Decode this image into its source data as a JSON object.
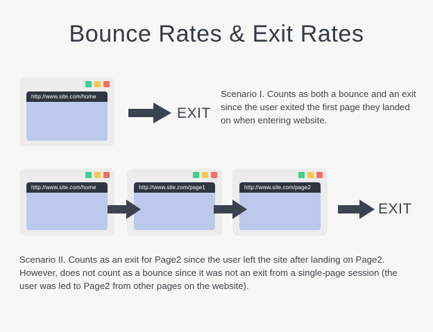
{
  "page": {
    "title": "Bounce Rates & Exit Rates",
    "background_color": "#f7f7f5",
    "text_color": "#3f444c"
  },
  "colors": {
    "dot_green": "#3ecf8e",
    "dot_yellow": "#f5c84b",
    "dot_red": "#f86d61",
    "urlbar": "#2f3440",
    "screen": "#bcc9ea",
    "frame": "#ececec",
    "arrow": "#3b4250"
  },
  "scenario_one": {
    "windows": [
      {
        "url": "http://www.site.com/home"
      }
    ],
    "exit_label": "EXIT",
    "text": "Scenario I. Counts as both a bounce and an exit since the user exited the first page they landed on when entering website."
  },
  "scenario_two": {
    "windows": [
      {
        "url": "http://www.site.com/home"
      },
      {
        "url": "http://www.site.com/page1"
      },
      {
        "url": "http://www.site.com/page2"
      }
    ],
    "exit_label": "EXIT",
    "text": "Scenario II. Counts as an exit for Page2 since the user left the site after landing on Page2. However, does not count as a bounce since it was not an exit from a single-page session (the user was led to Page2 from other pages on the website)."
  }
}
